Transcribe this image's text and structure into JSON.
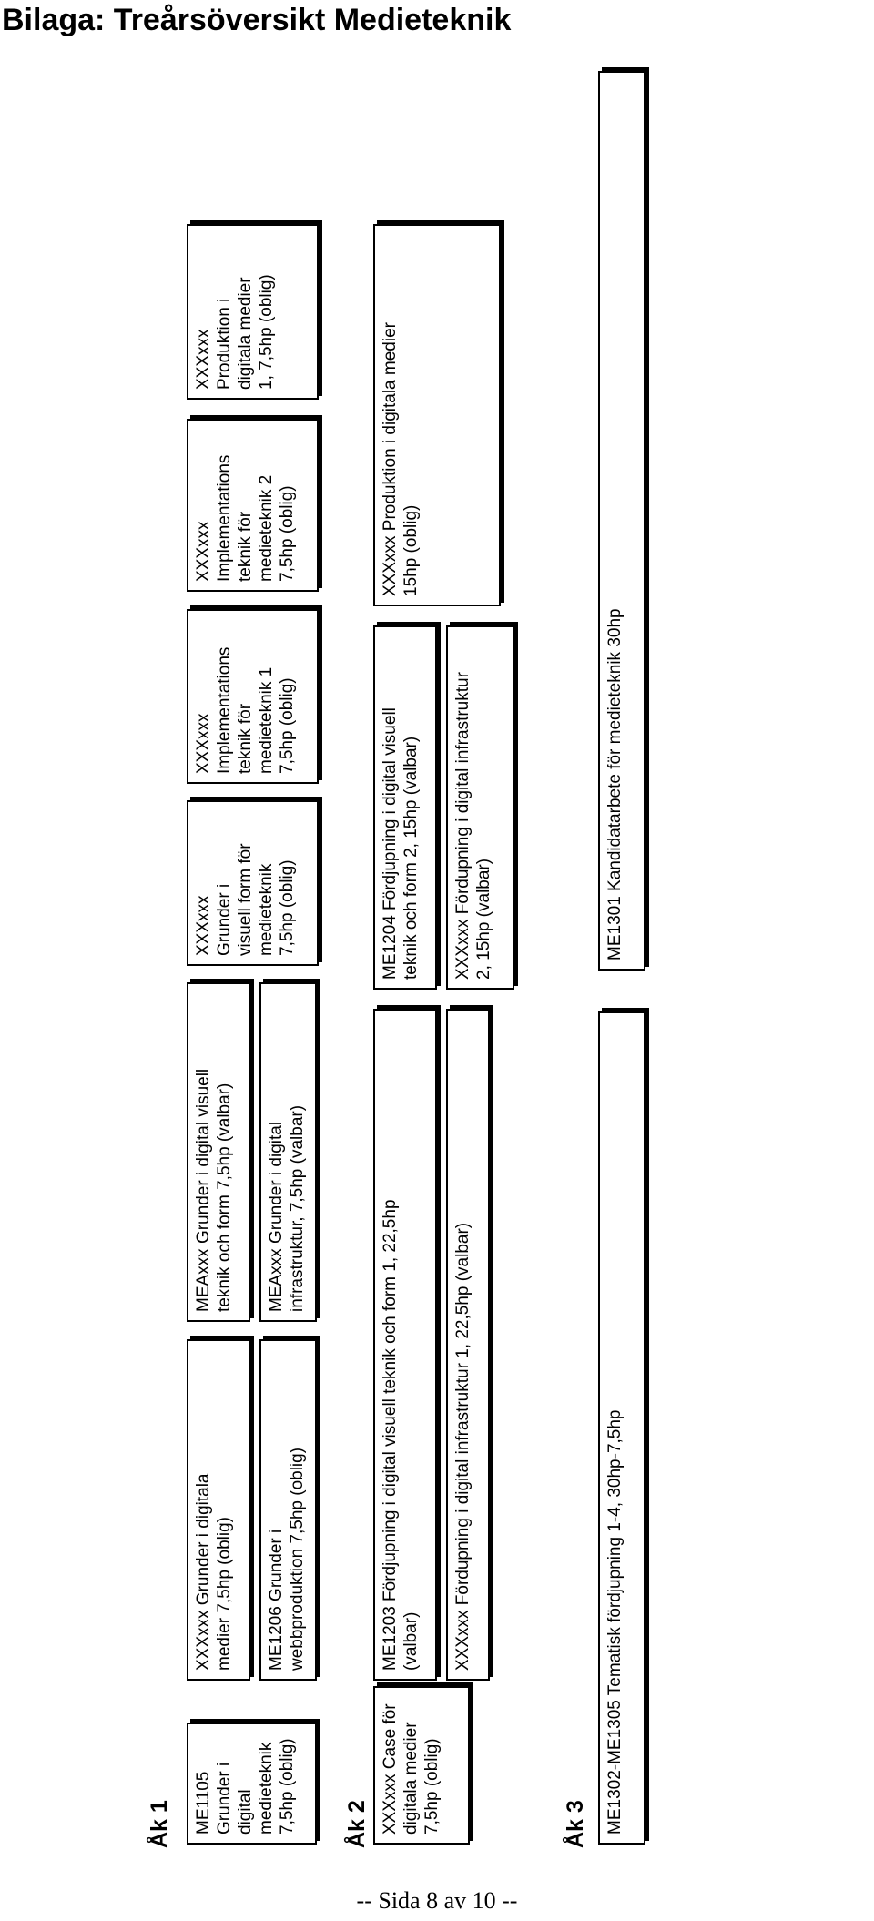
{
  "title": "Bilaga: Treårsöversikt Medieteknik",
  "footer": "-- Sida 8 av 10 --",
  "years": {
    "ak1": "Åk 1",
    "ak2": "Åk 2",
    "ak3": "Åk 3"
  },
  "ak1": {
    "me1105": "ME1105 Grunder i\ndigital\nmedieteknik\n7,5hp (oblig)",
    "grunder_digitala_medier": "XXXxxx Grunder i digitala\nmedier 7,5hp (oblig)",
    "me1206": "ME1206 Grunder i\nwebbproduktion 7,5hp (oblig)",
    "meaxxx_visuell": "MEAxxx Grunder i digital visuell\nteknik och form 7,5hp (valbar)",
    "meaxxx_infra": "MEAxxx Grunder i digital\ninfrastruktur, 7,5hp (valbar)",
    "visuell_form": "XXXxxx\nGrunder i\nvisuell form för\nmedieteknik\n7,5hp (oblig)",
    "impl1": "XXXxxx\nImplementations\nteknik för\nmedieteknik 1\n7,5hp (oblig)",
    "impl2": "XXXxxx\nImplementations\nteknik för\nmedieteknik 2\n7,5hp (oblig)",
    "produktion1": "XXXxxx\nProduktion i\ndigitala medier\n1, 7,5hp (oblig)"
  },
  "ak2": {
    "case": "XXXxxx Case för\ndigitala medier\n7,5hp (oblig)",
    "me1203": "ME1203 Fördjupning i digital visuell teknik och form 1, 22,5hp\n(valbar)",
    "infra1": "XXXxxx Fördupning i digital infrastruktur 1, 22,5hp (valbar)",
    "me1204": "ME1204 Fördjupning i digital visuell\nteknik och form 2, 15hp (valbar)",
    "infra2": "XXXxxx Fördupning i digital infrastruktur\n2, 15hp (valbar)",
    "produktion15": "XXXxxx Produktion i digitala medier\n15hp (oblig)"
  },
  "ak3": {
    "tematisk": "ME1302-ME1305 Tematisk fördjupning 1-4, 30hp-7,5hp",
    "kandidat": "ME1301  Kandidatarbete för medieteknik 30hp"
  }
}
